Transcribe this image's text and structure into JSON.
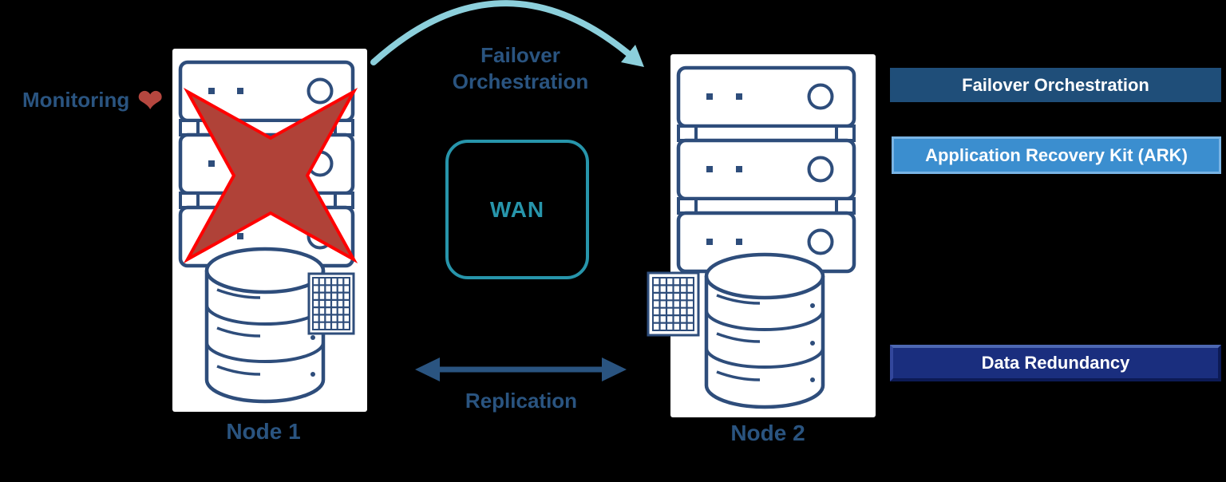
{
  "monitoring": {
    "label": "Monitoring",
    "heart_icon": "❤"
  },
  "node1": {
    "label": "Node 1"
  },
  "node2": {
    "label": "Node 2"
  },
  "failover_arc": {
    "label": "Failover Orchestration"
  },
  "wan": {
    "label": "WAN"
  },
  "replication": {
    "label": "Replication"
  },
  "legend": {
    "bars": [
      {
        "label": "Failover Orchestration",
        "style": "dark-steel-flat"
      },
      {
        "label": "Application Recovery Kit (ARK)",
        "style": "medium-blue-outlined"
      },
      {
        "label": "Data Redundancy",
        "style": "navy-beveled"
      }
    ]
  },
  "colors": {
    "background": "#000000",
    "label_blue": "#2a5480",
    "outline_navy": "#2e4d7b",
    "arc_teal": "#8ccfdb",
    "wan_teal": "#2795ab",
    "x_fill": "#b04238",
    "x_border": "#ff0000",
    "heart_red": "#b5473f",
    "bar_dark_blue": "#1f4e79",
    "bar_medium_blue": "#3b8ecf",
    "bar_navy": "#1a2e7e"
  }
}
